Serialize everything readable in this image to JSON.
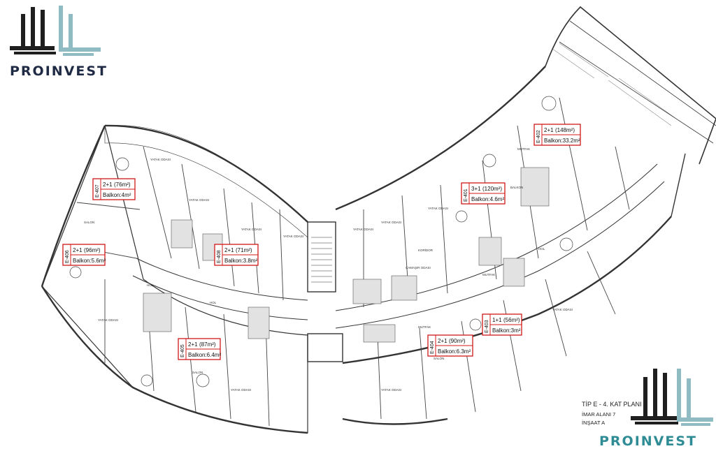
{
  "brand": {
    "name": "PROINVEST",
    "colors": {
      "dark": "#1f1f1f",
      "teal": "#8fbcc2",
      "text": "#1f2a44",
      "text_bottom": "#2f8c95"
    }
  },
  "plan_title": {
    "line1": "TİP E - 4. KAT PLANI",
    "line2": "İMAR ALANI 7",
    "line3": "İNŞAAT A"
  },
  "units": [
    {
      "id": "E-407",
      "type": "2+1",
      "area": "(76m²)",
      "balcony": "Balkon:4m²"
    },
    {
      "id": "E-406",
      "type": "2+1",
      "area": "(96m²)",
      "balcony": "Balkon:5.6m²"
    },
    {
      "id": "E-408",
      "type": "2+1",
      "area": "(71m²)",
      "balcony": "Balkon:3.8m²"
    },
    {
      "id": "E-405",
      "type": "2+1",
      "area": "(87m²)",
      "balcony": "Balkon:6.4m²"
    },
    {
      "id": "E-401",
      "type": "3+1",
      "area": "(120m²)",
      "balcony": "Balkon:4.6m²"
    },
    {
      "id": "E-402",
      "type": "2+1",
      "area": "(148m²)",
      "balcony": "Balkon:33.2m²"
    },
    {
      "id": "E-404",
      "type": "2+1",
      "area": "(90m²)",
      "balcony": "Balkon:6.3m²"
    },
    {
      "id": "E-403",
      "type": "1+1",
      "area": "(56m²)",
      "balcony": "Balkon:3m²"
    }
  ],
  "room_labels": {
    "bedroom": "YATAK ODASI",
    "living": "SALON",
    "kitchen": "MUTFAK",
    "hall": "HOL",
    "balcony": "BALKON",
    "corridor": "KORİDOR",
    "laundry": "ÇAMAŞIR ODASI"
  }
}
